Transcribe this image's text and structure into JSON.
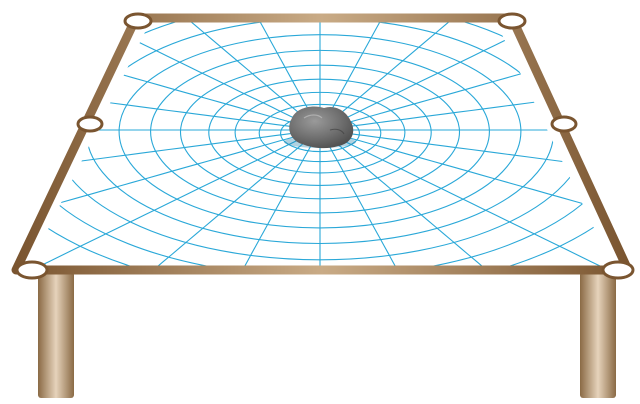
{
  "colors": {
    "background": "#ffffff",
    "grid_line": "#2aa8d8",
    "mat_fill": "#ffffff",
    "frame_dark": "#7a5530",
    "frame_light": "#c9ab86",
    "leg_dark": "#8a6a45",
    "leg_light": "#e6d3bb",
    "peg_fill": "#ffffff",
    "peg_stroke": "#7a5530",
    "rock_dark": "#4f4f4f",
    "rock_mid": "#6e6e6e",
    "rock_light": "#9a9a9a"
  },
  "icons": {
    "frame": "wooden-table-frame",
    "mesh": "curved-grid-mesh",
    "mass": "rock-mass-icon",
    "pegs": "corner-pegs"
  },
  "grid": {
    "concentric_rings": 12,
    "radial_lines": 24
  }
}
